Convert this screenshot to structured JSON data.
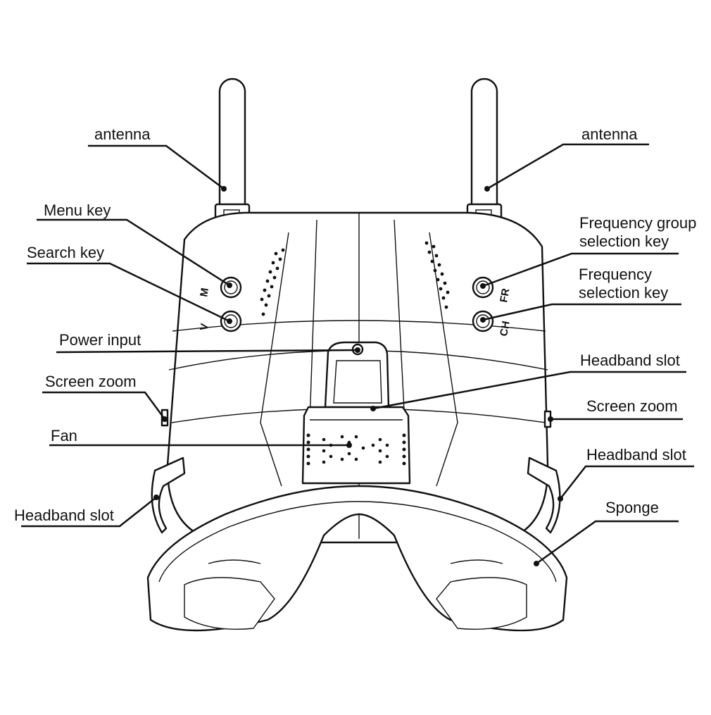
{
  "labels": {
    "antenna_left": "antenna",
    "antenna_right": "antenna",
    "menu_key": "Menu key",
    "search_key": "Search key",
    "power_input": "Power input",
    "screen_zoom_left": "Screen zoom",
    "fan": "Fan",
    "headband_slot_left": "Headband slot",
    "freq_group_line1": "Frequency group",
    "freq_group_line2": "selection key",
    "freq_sel_line1": "Frequency",
    "freq_sel_line2": "selection key",
    "headband_slot_top": "Headband slot",
    "screen_zoom_right": "Screen zoom",
    "headband_slot_right": "Headband slot",
    "sponge": "Sponge"
  },
  "keys": {
    "menu": "M",
    "search": "V",
    "freq_group": "FR",
    "freq": "CH"
  }
}
